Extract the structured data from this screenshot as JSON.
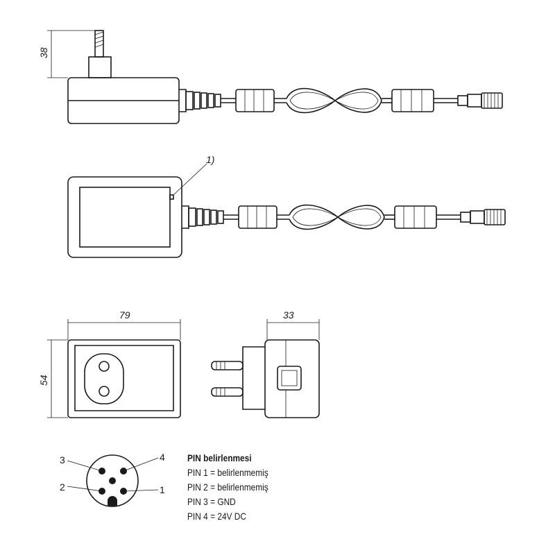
{
  "dimensions": {
    "height_plug": "38",
    "width": "79",
    "height": "54",
    "depth": "33"
  },
  "footnote_marker": "1)",
  "connector_pins": {
    "pin1": "1",
    "pin2": "2",
    "pin3": "3",
    "pin4": "4"
  },
  "pin_assignment": {
    "title": "PIN belirlenmesi",
    "rows": [
      "PIN 1 = belirlenmemiş",
      "PIN 2 = belirlenmemiş",
      "PIN 3 = GND",
      "PIN 4 = 24V DC"
    ]
  }
}
